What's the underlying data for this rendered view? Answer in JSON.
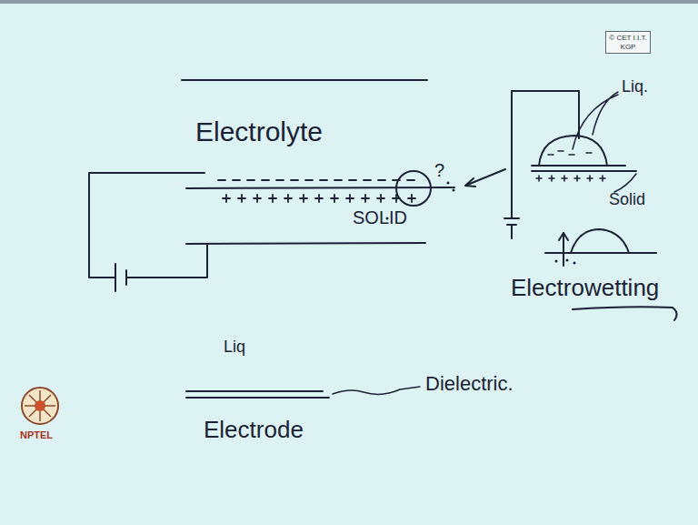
{
  "diagram": {
    "nodes": [
      {
        "text": [
          "© CET I.I.T. KGP"
        ]
      }
    ],
    "labels": [
      "Electrolyte",
      "?",
      "SOLID",
      "Liq.",
      "Solid",
      "Electrowetting",
      "Liq",
      "Dielectric.",
      "Electrode",
      "NPTEL"
    ]
  }
}
